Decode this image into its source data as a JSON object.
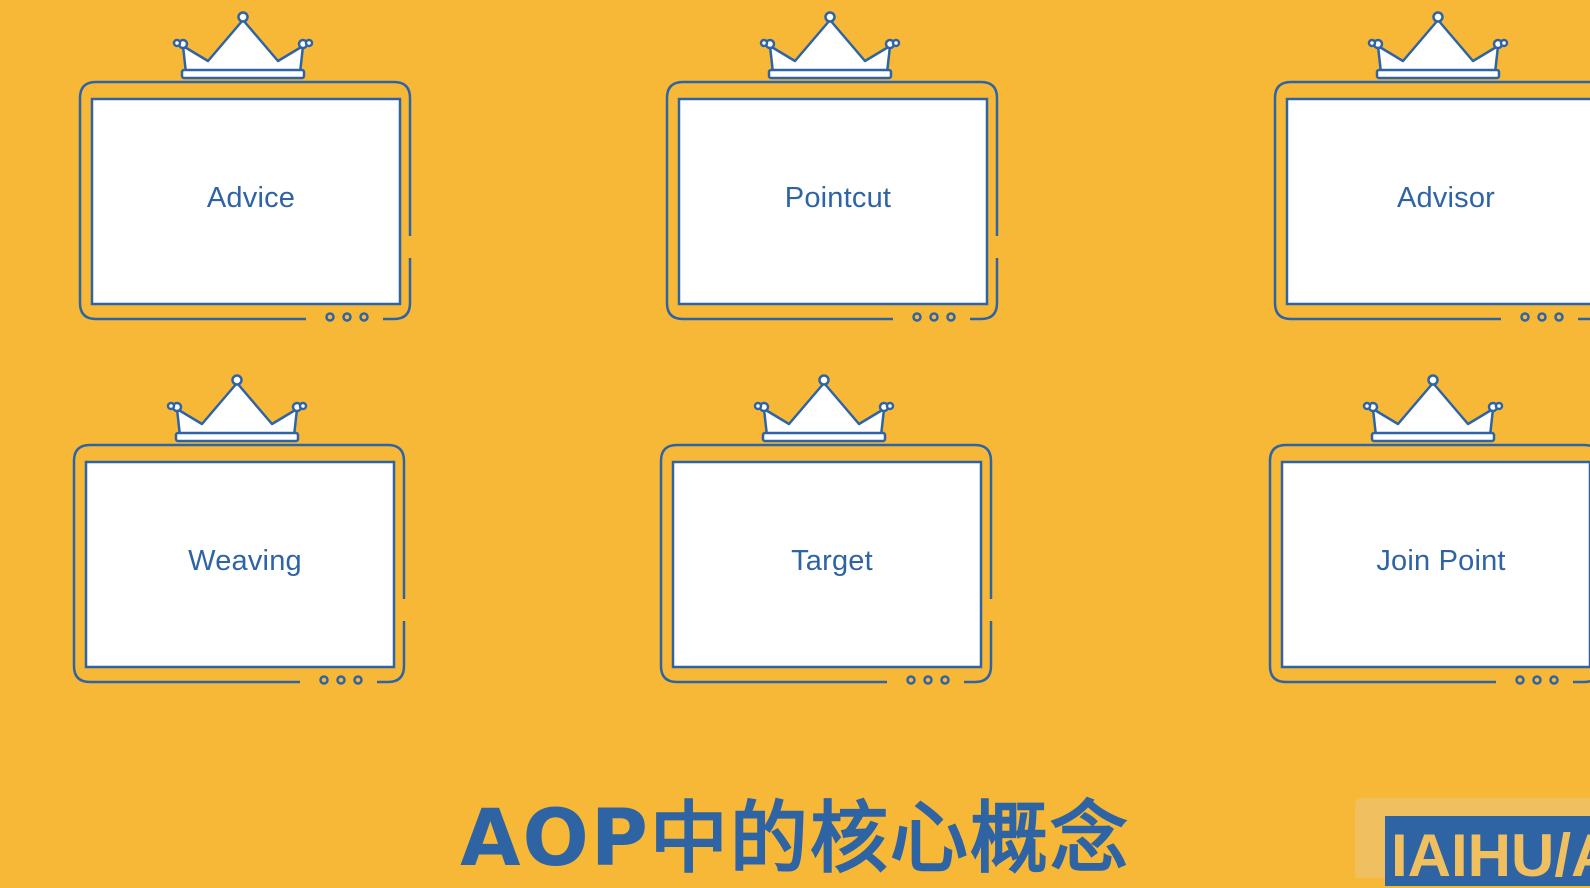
{
  "concepts": [
    "Advice",
    "Pointcut",
    "Advisor",
    "Weaving",
    "Target",
    "Join Point"
  ],
  "title": "AOP中的核心概念",
  "logo_text": "IAIHU/A",
  "colors": {
    "background": "#F7B838",
    "accent": "#2F64A4",
    "card": "#FFFFFF"
  }
}
